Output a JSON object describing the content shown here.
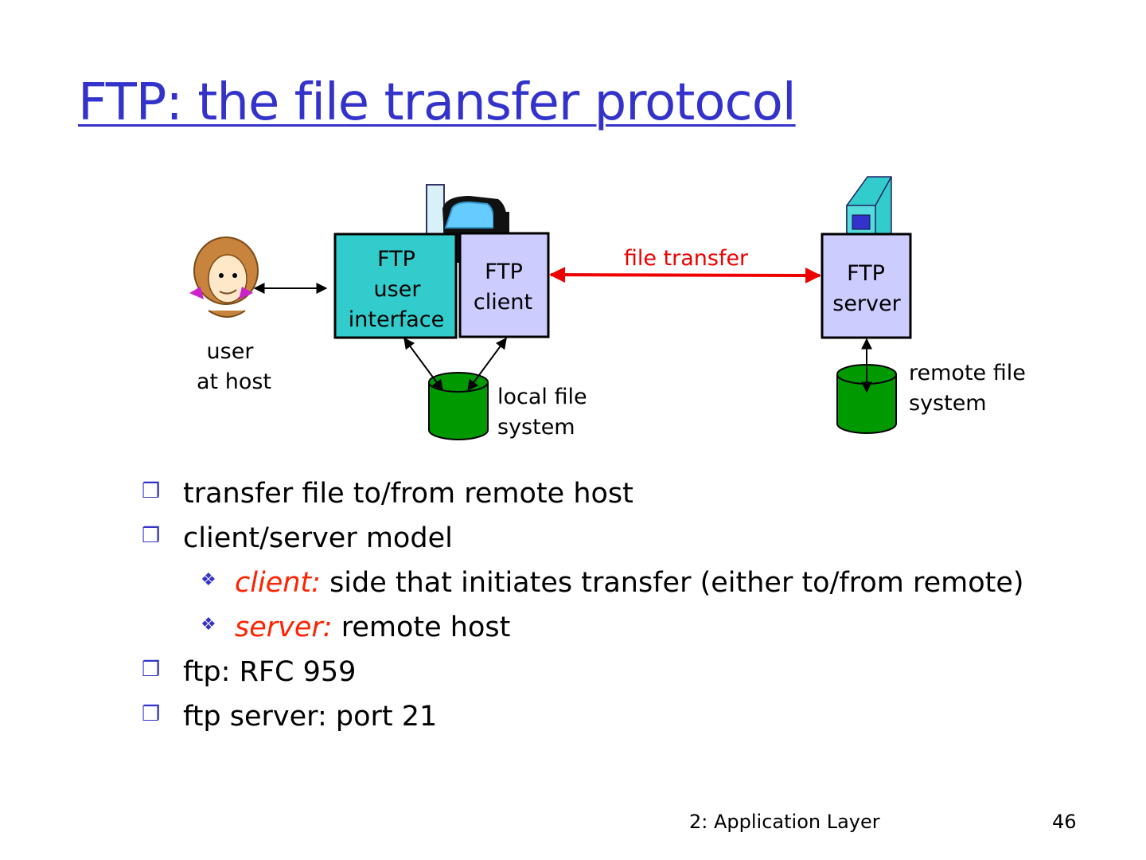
{
  "title": "FTP: the file transfer protocol",
  "diagram": {
    "user_label_line1": "user",
    "user_label_line2": "at host",
    "ui_box_line1": "FTP",
    "ui_box_line2": "user",
    "ui_box_line3": "interface",
    "client_box_line1": "FTP",
    "client_box_line2": "client",
    "transfer_label": "file transfer",
    "server_box_line1": "FTP",
    "server_box_line2": "server",
    "local_fs_line1": "local file",
    "local_fs_line2": "system",
    "remote_fs_line1": "remote file",
    "remote_fs_line2": "system"
  },
  "bullets": [
    {
      "text": "transfer file to/from remote host"
    },
    {
      "text": "client/server model"
    },
    {
      "em": "client:",
      "text": " side that initiates transfer (either to/from remote)"
    },
    {
      "em": "server:",
      "text": " remote host"
    },
    {
      "text": "ftp: RFC 959"
    },
    {
      "text": "ftp server: port 21"
    }
  ],
  "footer": {
    "chapter": "2: Application Layer",
    "page": "46"
  },
  "colors": {
    "title": "#3333cc",
    "ui_box": "#33cccc",
    "client_box": "#ccccff",
    "arrow_red": "#ee0000",
    "disk_green": "#009900"
  }
}
